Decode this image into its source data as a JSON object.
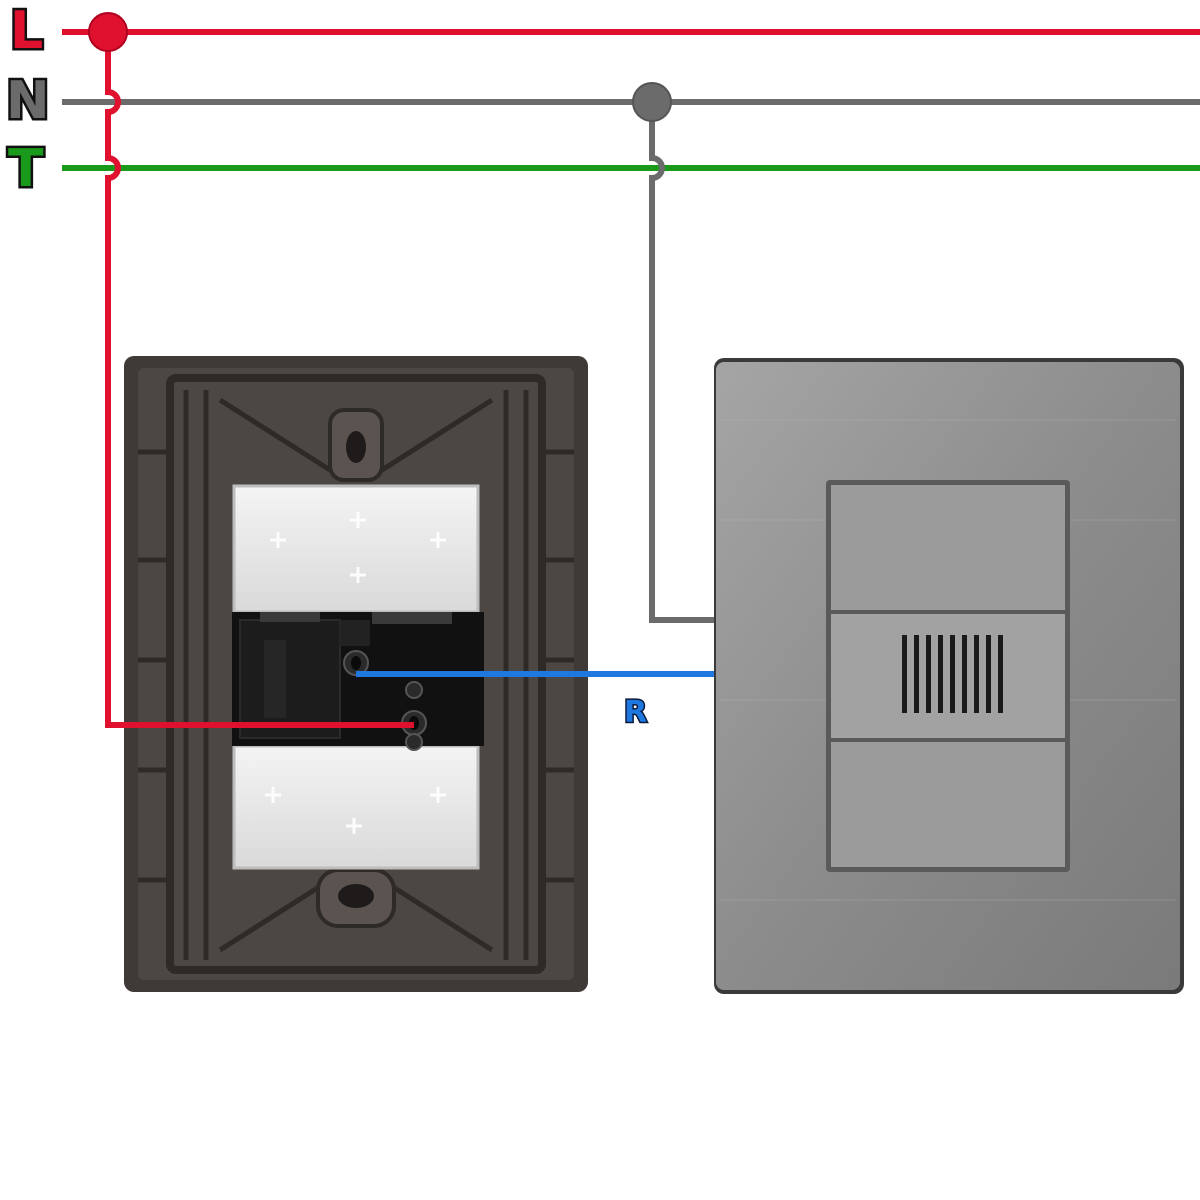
{
  "labels": {
    "line": "L",
    "neutral": "N",
    "earth": "T",
    "return": "R"
  },
  "colors": {
    "line": "#e0102f",
    "neutral": "#6b6b6b",
    "earth": "#1a9a1a",
    "return": "#1e78e0",
    "back_plate": "#4a4440",
    "front_plate": "#8e8e8e",
    "sensor_panel": "#9a9a9a"
  },
  "icons": {
    "junction_line": "junction-dot",
    "junction_neutral": "junction-dot",
    "sensor_grille": "sensor-grille-icon",
    "screw_terminal": "screw-terminal-icon"
  }
}
